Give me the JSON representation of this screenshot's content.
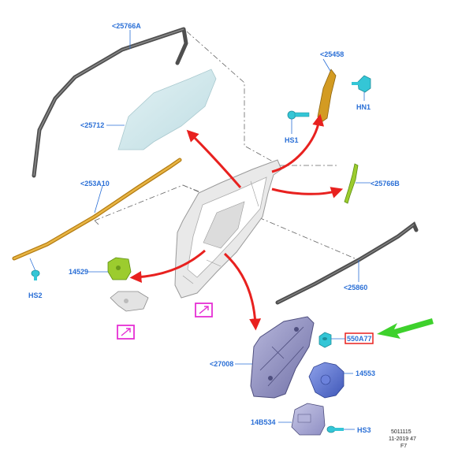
{
  "colors": {
    "label": "#2a6fd6",
    "flow_arrow": "#e8211f",
    "highlight_arrow": "#3ed12c",
    "callout_box": "#e8211f",
    "view_marker": "#e52fd4",
    "seal": "#4f4f4f",
    "glass": "#cfe8ec",
    "trim_strip": "#d39b22",
    "fastener": "#34c6d6",
    "bracket_green": "#9ccc2e",
    "regulator": "#8e8ec0",
    "motor": "#5c74d2"
  },
  "parts": [
    {
      "id": "seal-top",
      "label": "<25766A"
    },
    {
      "id": "glass",
      "label": "<25712"
    },
    {
      "id": "bracket-top-right",
      "label": "<25458"
    },
    {
      "id": "clip-hn1",
      "label": "HN1"
    },
    {
      "id": "bolt-hs1",
      "label": "HS1"
    },
    {
      "id": "outer-strip",
      "label": "<253A10"
    },
    {
      "id": "stud-hs2",
      "label": "HS2"
    },
    {
      "id": "rear-channel",
      "label": "<25766B"
    },
    {
      "id": "latch-bracket",
      "label": "14529"
    },
    {
      "id": "belt-seal",
      "label": "<25860"
    },
    {
      "id": "regulator-nut",
      "label": "550A77"
    },
    {
      "id": "regulator",
      "label": "<27008"
    },
    {
      "id": "motor",
      "label": "14553"
    },
    {
      "id": "module",
      "label": "14B534"
    },
    {
      "id": "bolt-hs3",
      "label": "HS3"
    }
  ],
  "reference": {
    "line1": "5011115",
    "line2": "11-2019 47",
    "line3": "F7"
  },
  "icons": [
    "view-marker-icon",
    "view-marker-icon"
  ]
}
